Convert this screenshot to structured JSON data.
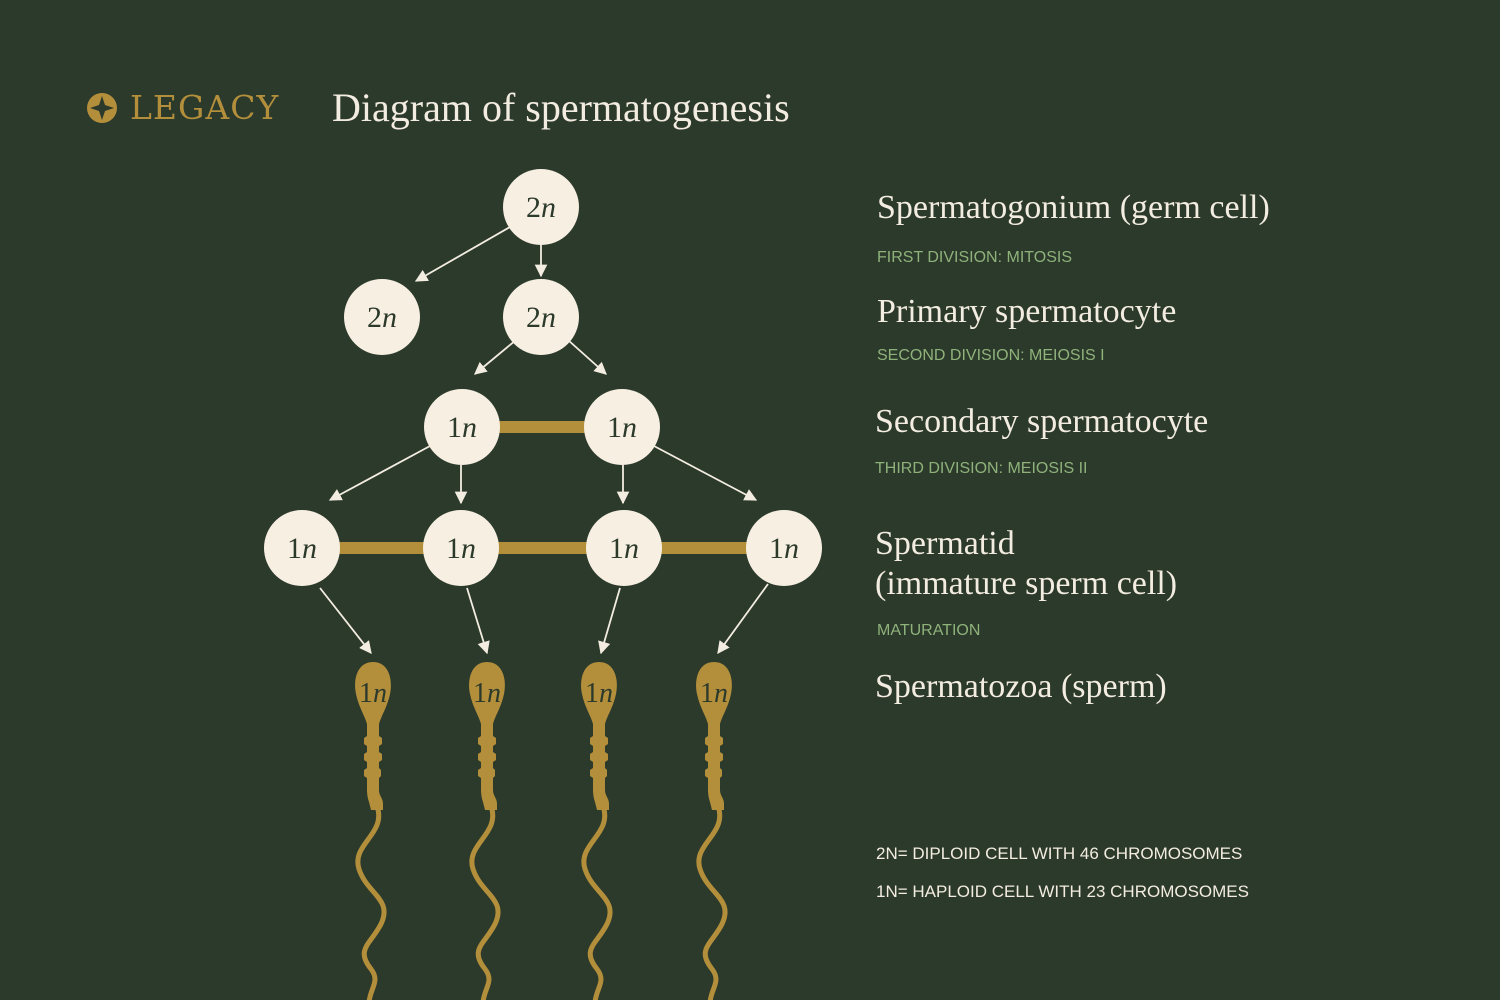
{
  "brand": {
    "name": "LEGACY"
  },
  "title": "Diagram of spermatogenesis",
  "colors": {
    "background": "#2c3a2b",
    "cell": "#f7efe2",
    "gold": "#b38f3c",
    "cream": "#f3ece1",
    "sub": "#8fb27b"
  },
  "cells": {
    "spermatogonium": "2n",
    "mitosis_left": "2n",
    "primary": "2n",
    "secondary_1": "1n",
    "secondary_2": "1n",
    "spermatid_1": "1n",
    "spermatid_2": "1n",
    "spermatid_3": "1n",
    "spermatid_4": "1n",
    "sperm_1": "1n",
    "sperm_2": "1n",
    "sperm_3": "1n",
    "sperm_4": "1n"
  },
  "stages": {
    "spermatogonium": "Spermatogonium (germ cell)",
    "first_division": "FIRST DIVISION: MITOSIS",
    "primary": "Primary spermatocyte",
    "second_division": "SECOND DIVISION: MEIOSIS I",
    "secondary": "Secondary spermatocyte",
    "third_division": "THIRD DIVISION: MEIOSIS II",
    "spermatid_line1": "Spermatid",
    "spermatid_line2": "(immature sperm cell)",
    "maturation": "MATURATION",
    "spermatozoa": "Spermatozoa (sperm)"
  },
  "legend": {
    "diploid": "2N= DIPLOID CELL WITH 46 CHROMOSOMES",
    "haploid": "1N= HAPLOID CELL WITH 23 CHROMOSOMES"
  }
}
